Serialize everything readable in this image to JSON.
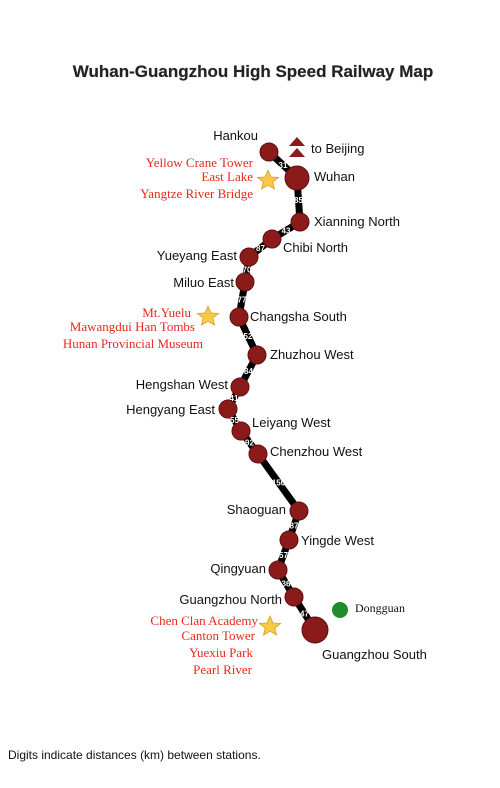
{
  "title": "Wuhan-Guangzhou High Speed Railway Map",
  "stations": [
    {
      "id": "hankou",
      "name": "Hankou"
    },
    {
      "id": "wuhan",
      "name": "Wuhan"
    },
    {
      "id": "xianning-north",
      "name": "Xianning North"
    },
    {
      "id": "chibi-north",
      "name": "Chibi North"
    },
    {
      "id": "yueyang-east",
      "name": "Yueyang East"
    },
    {
      "id": "miluo-east",
      "name": "Miluo East"
    },
    {
      "id": "changsha-south",
      "name": "Changsha South"
    },
    {
      "id": "zhuzhou-west",
      "name": "Zhuzhou West"
    },
    {
      "id": "hengshan-west",
      "name": "Hengshan West"
    },
    {
      "id": "hengyang-east",
      "name": "Hengyang East"
    },
    {
      "id": "leiyang-west",
      "name": "Leiyang West"
    },
    {
      "id": "chenzhou-west",
      "name": "Chenzhou West"
    },
    {
      "id": "shaoguan",
      "name": "Shaoguan"
    },
    {
      "id": "yingde-west",
      "name": "Yingde West"
    },
    {
      "id": "qingyuan",
      "name": "Qingyuan"
    },
    {
      "id": "guangzhou-north",
      "name": "Guangzhou North"
    },
    {
      "id": "guangzhou-south",
      "name": "Guangzhou South"
    }
  ],
  "distances_km": [
    "31",
    "85",
    "43",
    "87",
    "70",
    "77",
    "52",
    "84",
    "41",
    "55",
    "92",
    "150",
    "87",
    "57",
    "36",
    "47"
  ],
  "to_beijing": "to Beijing",
  "attractions": {
    "wuhan": [
      "Yellow Crane Tower",
      "East Lake",
      "Yangtze River Bridge"
    ],
    "changsha": [
      "Mt.Yuelu",
      "Mawangdui Han Tombs",
      "Hunan Provincial Museum"
    ],
    "guangzhou": [
      "Chen Clan Academy",
      "Canton Tower",
      "Yuexiu Park",
      "Pearl River"
    ]
  },
  "dongguan": "Dongguan",
  "note": "Digits indicate distances (km) between stations.",
  "colors": {
    "station": "#8b1a1a",
    "track": "#000000",
    "attraction_text": "#e8281e",
    "star": "#f7c948",
    "dongguan_marker": "#1e8c2e",
    "beijing_arrow": "#8b1a1a"
  }
}
